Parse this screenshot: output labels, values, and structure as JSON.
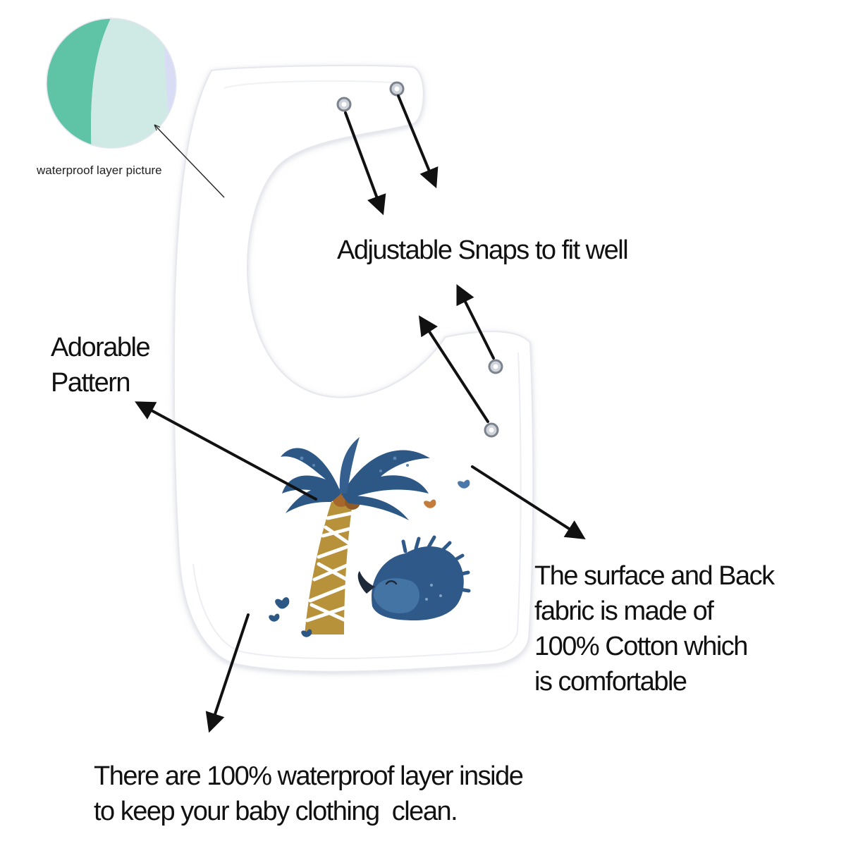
{
  "inset": {
    "caption": "waterproof layer picture"
  },
  "callouts": {
    "snaps": "Adjustable Snaps to fit well",
    "pattern": [
      "Adorable",
      "Pattern"
    ],
    "fabric": [
      "The surface and Back",
      "fabric is made of",
      "100% Cotton which",
      "is comfortable"
    ],
    "waterproof": [
      "There are 100% waterproof layer inside",
      "to keep your baby clothing  clean."
    ]
  },
  "colors": {
    "bib": "#ffffff",
    "bib_outline": "#e6e8ee",
    "palm_leaves": "#2d5784",
    "palm_trunk": "#b8923a",
    "creature": "#3e6a97",
    "horn": "#1e2a3a",
    "inset_green": "#5fc4a6",
    "inset_light": "#cfe9e4",
    "arrow": "#111111"
  }
}
